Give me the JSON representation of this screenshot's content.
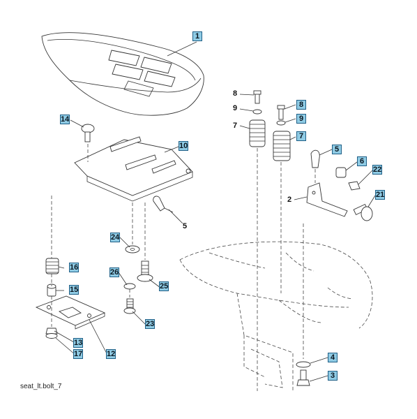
{
  "caption": "seat_lt.bolt_7",
  "callouts": [
    {
      "n": "1"
    },
    {
      "n": "14"
    },
    {
      "n": "10"
    },
    {
      "n": "5"
    },
    {
      "n": "24"
    },
    {
      "n": "16"
    },
    {
      "n": "26"
    },
    {
      "n": "25"
    },
    {
      "n": "15"
    },
    {
      "n": "23"
    },
    {
      "n": "13"
    },
    {
      "n": "17"
    },
    {
      "n": "12"
    },
    {
      "n": "8"
    },
    {
      "n": "9"
    },
    {
      "n": "7"
    },
    {
      "n": "8"
    },
    {
      "n": "9"
    },
    {
      "n": "7"
    },
    {
      "n": "5"
    },
    {
      "n": "6"
    },
    {
      "n": "22"
    },
    {
      "n": "2"
    },
    {
      "n": "21"
    },
    {
      "n": "4"
    },
    {
      "n": "3"
    }
  ],
  "colors": {
    "callout_fill": "#8fcbe4",
    "callout_border": "#1f5f86"
  }
}
